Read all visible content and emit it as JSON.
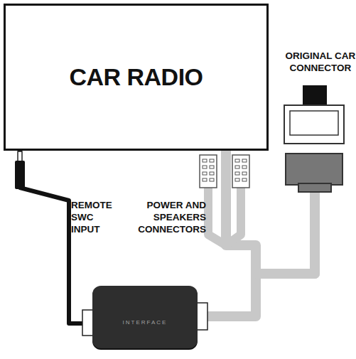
{
  "diagram": {
    "nodes": [
      {
        "text": [
          "CAR RADIO"
        ]
      },
      {
        "text": [
          "ORIGINAL CAR CONNECTOR"
        ]
      },
      {
        "text": [
          "INTERFACE"
        ]
      }
    ],
    "edges": [
      {
        "from": 2,
        "to": 0,
        "arrow": "none"
      },
      {
        "from": 2,
        "to": 1,
        "arrow": "none"
      },
      {
        "from": 1,
        "to": 0,
        "arrow": "none"
      }
    ],
    "labels": [
      "REMOTE SWC INPUT",
      "POWER AND SPEAKERS CONNECTORS"
    ]
  }
}
